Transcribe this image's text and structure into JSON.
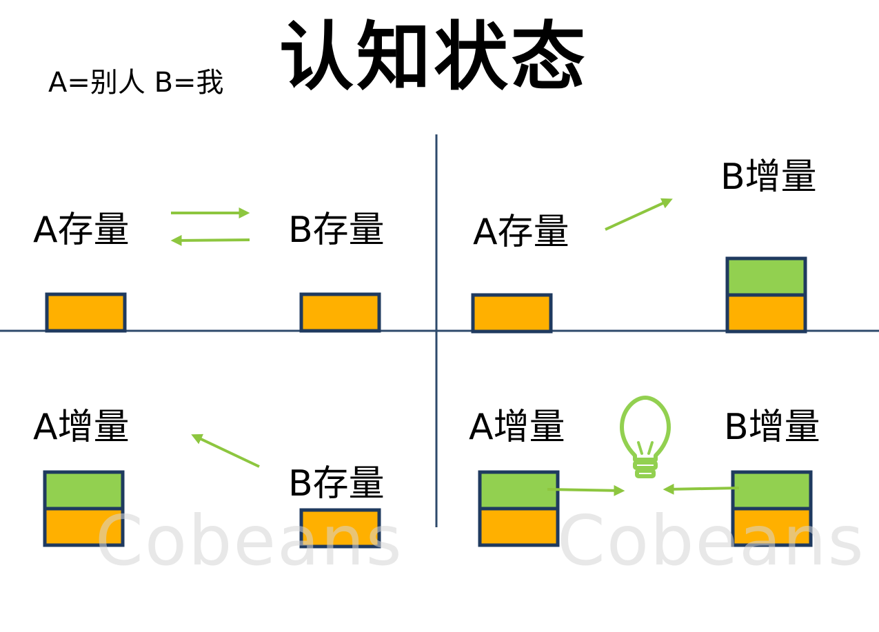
{
  "legend": "A=别人  B=我",
  "title": "认知状态",
  "colors": {
    "stock": "#FFB000",
    "increment": "#92D050",
    "arrow": "#8DC63F",
    "border": "#1F3A5F",
    "axis": "#2E4A6B"
  },
  "quadrants": {
    "top_left": {
      "a_label": "A存量",
      "b_label": "B存量"
    },
    "top_right": {
      "a_label": "A存量",
      "b_label": "B增量"
    },
    "bottom_left": {
      "a_label": "A增量",
      "b_label": "B存量"
    },
    "bottom_right": {
      "a_label": "A增量",
      "b_label": "B增量"
    }
  },
  "watermark": "Cobeans",
  "icons": {
    "idea": "lightbulb-icon"
  }
}
